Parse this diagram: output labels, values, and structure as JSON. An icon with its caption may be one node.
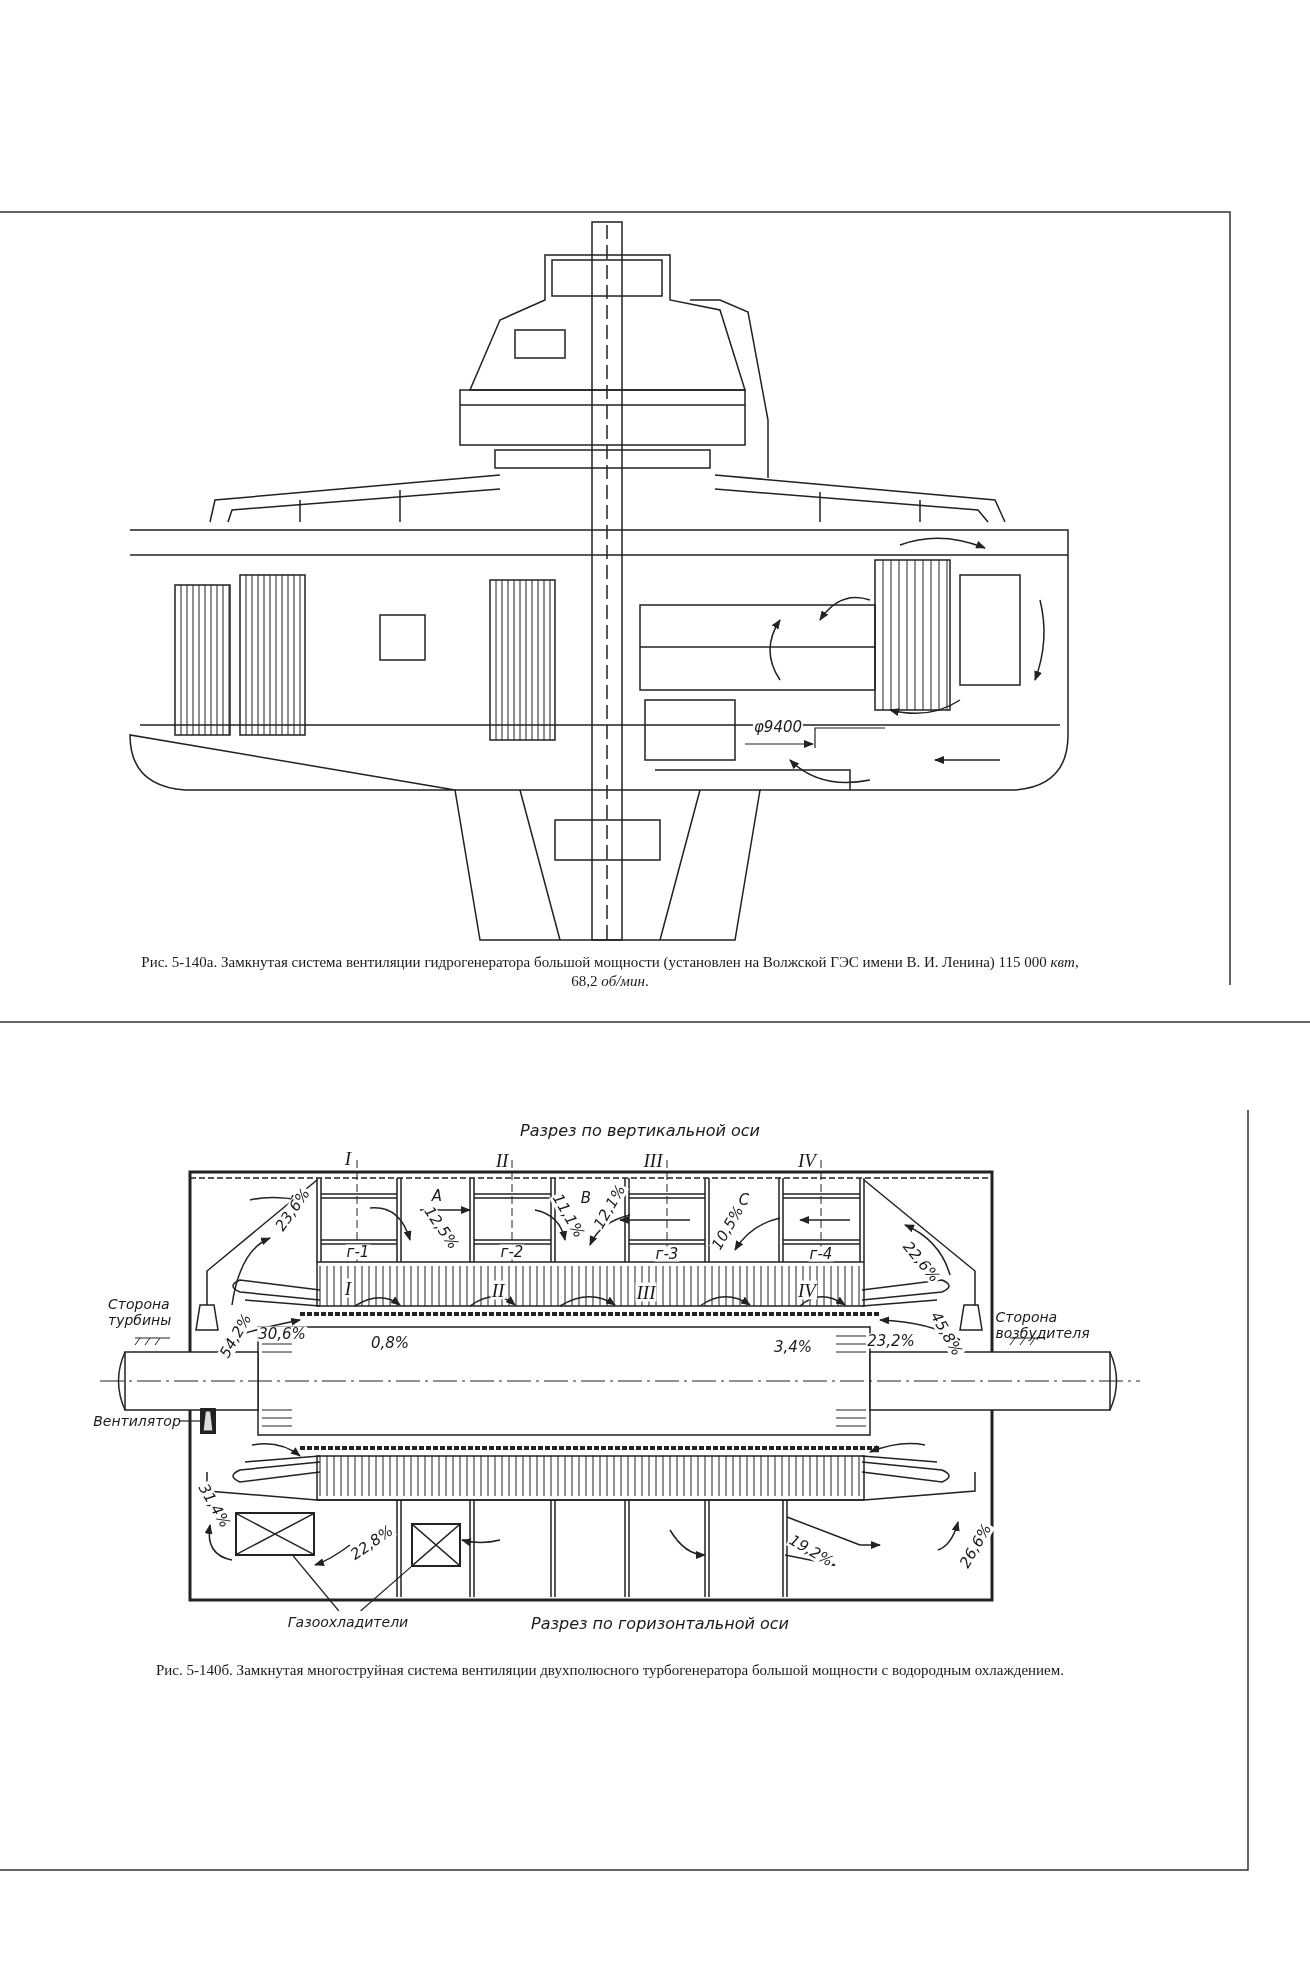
{
  "diagram": {
    "nodes": [
      {
        "text": [
          "Вентилятор"
        ]
      },
      {
        "text": [],
        "shape": "box"
      },
      {
        "text": [
          "Газоохладители"
        ]
      },
      {
        "text": [],
        "shape": "box"
      },
      {
        "text": [],
        "shape": "box"
      }
    ],
    "edges": [
      {
        "from": 0,
        "to": 1,
        "arrow": "none"
      },
      {
        "from": 2,
        "to": 3,
        "arrow": "none"
      },
      {
        "from": 2,
        "to": 4,
        "arrow": "none"
      }
    ],
    "labels": [
      "φ9400",
      "Рис. 5-140а. Замкнутая система вентиляции гидрогенератора большой мощности (установлен на Волжской ГЭС имени В. И. Ленина) 115 000 *квт*, 68,2 *об/мин*.",
      "Разрез по вертикальной оси",
      "I",
      "II",
      "III",
      "IV",
      "А",
      "В",
      "С",
      "23,6%",
      "12,5%",
      "11,1%",
      "12,1%",
      "10,5%",
      "22,6%",
      "г-1",
      "г-2",
      "г-3",
      "г-4",
      "I",
      "II",
      "III",
      "IV",
      "Сторона турбины",
      "54,2%",
      "30,6%",
      "0,8%",
      "3,4%",
      "23,2%",
      "45,8%",
      "Сторона возбудителя",
      "31,4%",
      "22,8%",
      "19,2%",
      "26,6%",
      "Разрез по горизонтальной оси",
      "Рис. 5-140б. Замкнутая многоструйная система вентиляции двухполюсного турбогенератора большой мощности с водородным охлаждением."
    ]
  }
}
